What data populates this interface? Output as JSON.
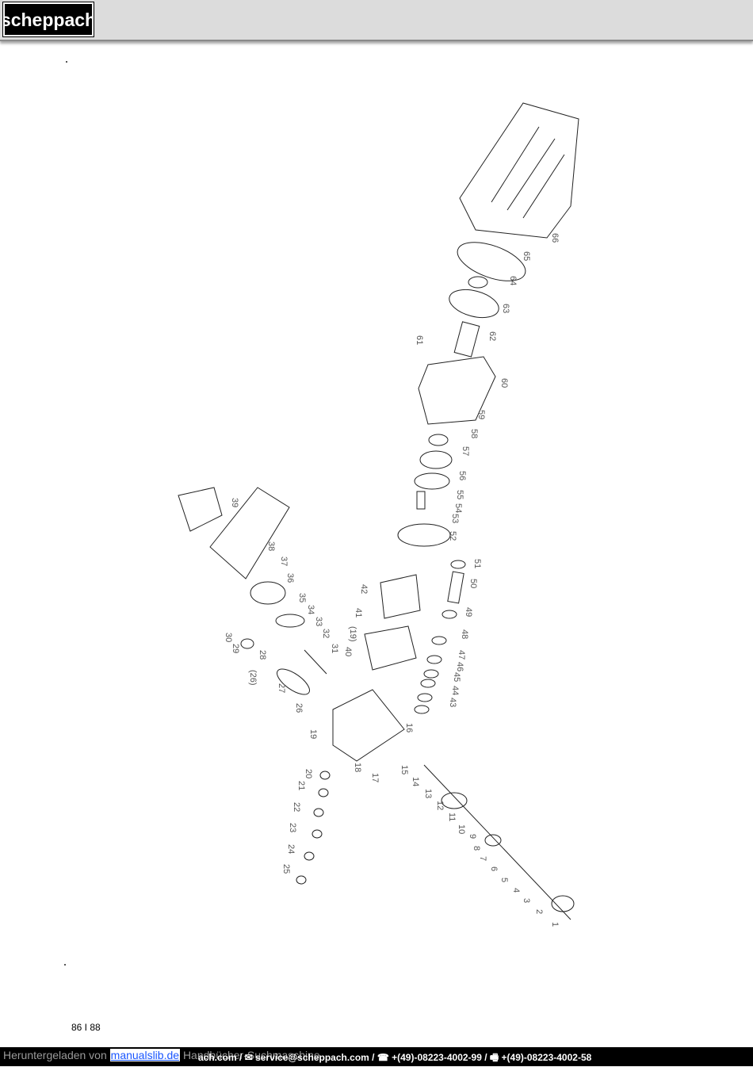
{
  "header": {
    "brand": "scheppach"
  },
  "page": {
    "number": "86 I 88"
  },
  "footer": {
    "downloaded_from": "Heruntergeladen von",
    "site_link": "manualslib.de",
    "site_suffix": "Handbücher-Suchmaschine",
    "contact": "ach.com / ✉ service@scheppach.com / ☎ +(49)-08223-4002-99 / 🖷 +(49)-08223-4002-58"
  },
  "diagram": {
    "part_labels": [
      "1",
      "2",
      "3",
      "4",
      "5",
      "6",
      "7",
      "8",
      "9",
      "10",
      "11",
      "12",
      "13",
      "14",
      "15",
      "16",
      "17",
      "18",
      "19",
      "20",
      "21",
      "22",
      "23",
      "24",
      "25",
      "(19)",
      "26",
      "(26)",
      "27",
      "28",
      "29",
      "30",
      "31",
      "32",
      "33",
      "34",
      "35",
      "36",
      "37",
      "38",
      "39",
      "40",
      "41",
      "42",
      "43",
      "44",
      "45",
      "46",
      "47",
      "48",
      "49",
      "50",
      "51",
      "52",
      "53",
      "54",
      "55",
      "56",
      "57",
      "58",
      "59",
      "60",
      "61",
      "62",
      "63",
      "64",
      "65",
      "66"
    ]
  }
}
